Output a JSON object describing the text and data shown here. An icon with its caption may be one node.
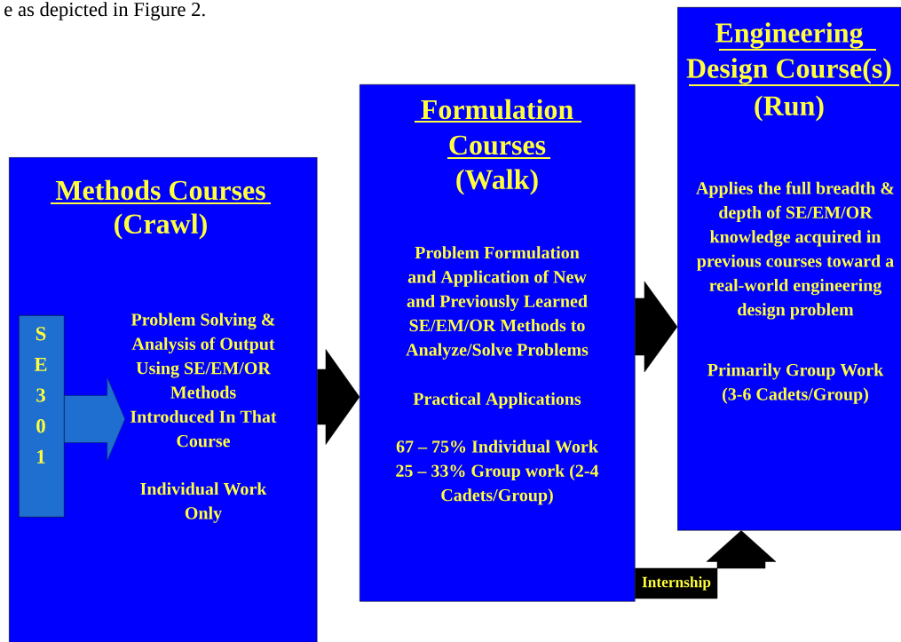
{
  "diagram": {
    "nodes": [
      {
        "text": [
          "Methods Courses",
          "(Crawl)",
          "Individual Work Only"
        ]
      },
      {
        "text": [
          "S E 3 0 1"
        ],
        "in": 0
      },
      {
        "text": [
          "Problem Solving & Analysis of Output Using SE/EM/OR Methods Introduced In That Course"
        ],
        "in": 0
      },
      {
        "text": [
          "Formulation Courses",
          "(Walk)",
          "Problem Formulation and Application of New and Previously Learned SE/EM/OR Methods to Analyze/Solve Problems",
          "Practical Applications",
          "67 – 75% Individual Work 25 – 33% Group work (2-4 Cadets/Group)"
        ]
      },
      {
        "text": [
          "Engineering Design Course(s)",
          "(Run)",
          "Applies the full breadth & depth of SE/EM/OR knowledge acquired in previous courses toward a real-world engineering design problem",
          "Primarily Group Work (3-6 Cadets/Group)"
        ]
      }
    ],
    "edges": [
      {
        "from": 1,
        "to": 2,
        "arrow": "to",
        "color": "#1f6fd0"
      },
      {
        "from": 0,
        "to": 3,
        "arrow": "to"
      },
      {
        "from": 3,
        "to": 4,
        "arrow": "to"
      },
      {
        "from": 3,
        "to": 4,
        "arrow": "to",
        "label": "Internship"
      }
    ],
    "labels": [
      "e as depicted in Figure 2."
    ]
  }
}
